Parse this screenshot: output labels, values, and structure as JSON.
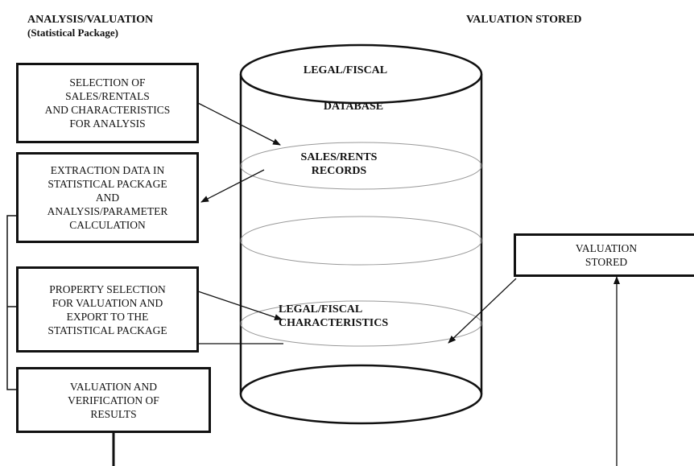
{
  "headers": {
    "left_title": "ANALYSIS/VALUATION",
    "left_subtitle": "(Statistical Package)",
    "right_title": "VALUATION STORED"
  },
  "boxes": {
    "selection": "SELECTION OF\nSALES/RENTALS\nAND CHARACTERISTICS\nFOR ANALYSIS",
    "extraction": "EXTRACTION DATA IN\nSTATISTICAL PACKAGE\nAND\nANALYSIS/PARAMETER\nCALCULATION",
    "property": "PROPERTY SELECTION\nFOR VALUATION AND\nEXPORT  TO THE\nSTATISTICAL PACKAGE",
    "valuation": "VALUATION AND\nVERIFICATION OF\nRESULTS",
    "stored": "VALUATION\nSTORED"
  },
  "database": {
    "title_line1": "LEGAL/FISCAL",
    "title_line2": "DATABASE",
    "sales_records": "SALES/RENTS\nRECORDS",
    "legal_characteristics": "LEGAL/FISCAL\nCHARACTERISTICS"
  }
}
